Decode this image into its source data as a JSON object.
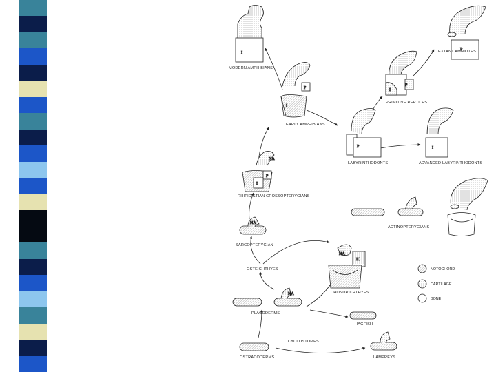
{
  "stripe": {
    "colors": {
      "navy": "#0b1d4a",
      "teal": "#39839a",
      "royal": "#1c56c8",
      "black": "#050a12",
      "cream": "#e6e2b0",
      "sky": "#8dc6ee",
      "steel": "#2e6fb8"
    },
    "sequence": [
      "teal",
      "navy",
      "teal",
      "royal",
      "navy",
      "cream",
      "royal",
      "teal",
      "navy",
      "royal",
      "sky",
      "royal",
      "cream",
      "black",
      "black",
      "teal",
      "navy",
      "royal",
      "sky",
      "teal",
      "cream",
      "navy",
      "royal"
    ]
  },
  "diagram": {
    "labels": {
      "modern_amphibians": "MODERN AMPHIBIANS",
      "extant_amniotes": "EXTANT AMNIOTES",
      "primitive_reptiles": "PRIMITIVE REPTILES",
      "early_amphibians": "EARLY AMPHIBIANS",
      "labyrinthodonts": "LABYRINTHODONTS",
      "advanced_labyrinthodonts": "ADVANCED LABYRINTHODONTS",
      "rhipidistian": "RHIPIDISTIAN CROSSOPTERYGIANS",
      "actinopterygians": "ACTINOPTERYGIANS",
      "sarcopterygian": "SARCOPTERYGIAN",
      "osteichthyes": "OSTEICHTHYES",
      "chondrichthyes": "CHONDRICHTHYES",
      "placoderms": "PLACODERMS",
      "hagfish": "HAGFISH",
      "cyclostomes": "CYCLOSTOMES",
      "ostracoderms": "OSTRACODERMS",
      "lampreys": "LAMPREYS"
    },
    "part_letters": {
      "modern_i": "I",
      "extant_p": "P",
      "early_p": "P",
      "early_i": "I",
      "primitive_i": "I",
      "primitive_p": "P",
      "labyrinth_p": "P",
      "advanced_i": "I",
      "rhipid_na": "NA",
      "rhipid_p": "P",
      "rhipid_i": "I",
      "sarco_na": "NA",
      "placo_na": "NA",
      "chondri_na": "NA",
      "chondri_ic": "IC"
    },
    "legend": [
      {
        "key": "notochord",
        "label": "NOTOCHORD"
      },
      {
        "key": "cartilage",
        "label": "CARTILAGE"
      },
      {
        "key": "bone",
        "label": "BONE"
      }
    ]
  }
}
